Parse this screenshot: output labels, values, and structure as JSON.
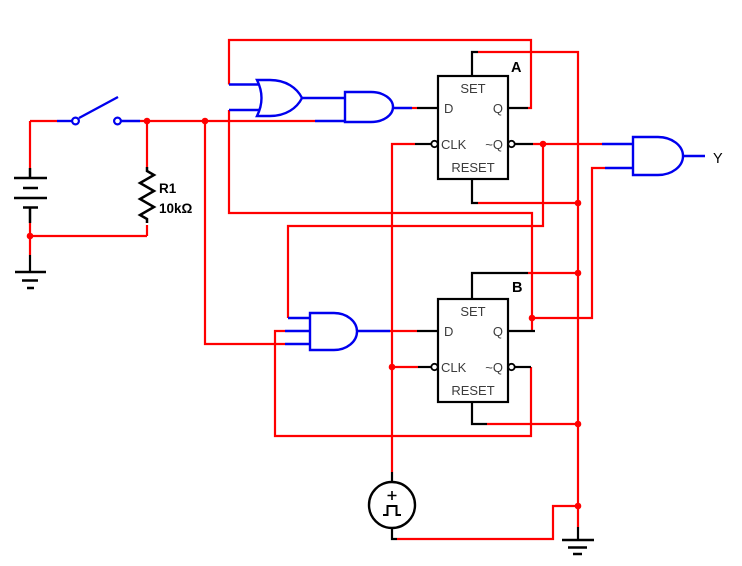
{
  "colors": {
    "wire": "#ff0000",
    "gate": "#0000ee",
    "component": "#000000",
    "pin_text": "#3c3c3c",
    "label": "#000000"
  },
  "resistor": {
    "ref": "R1",
    "value": "10kΩ"
  },
  "flip_flops": [
    {
      "id": "A"
    },
    {
      "id": "B"
    }
  ],
  "ff_pins": {
    "set": "SET",
    "d": "D",
    "q": "Q",
    "clk": "CLK",
    "nq": "~Q",
    "reset": "RESET"
  },
  "clock_source": {
    "polarity_label": "+"
  },
  "output": {
    "label": "Y"
  }
}
